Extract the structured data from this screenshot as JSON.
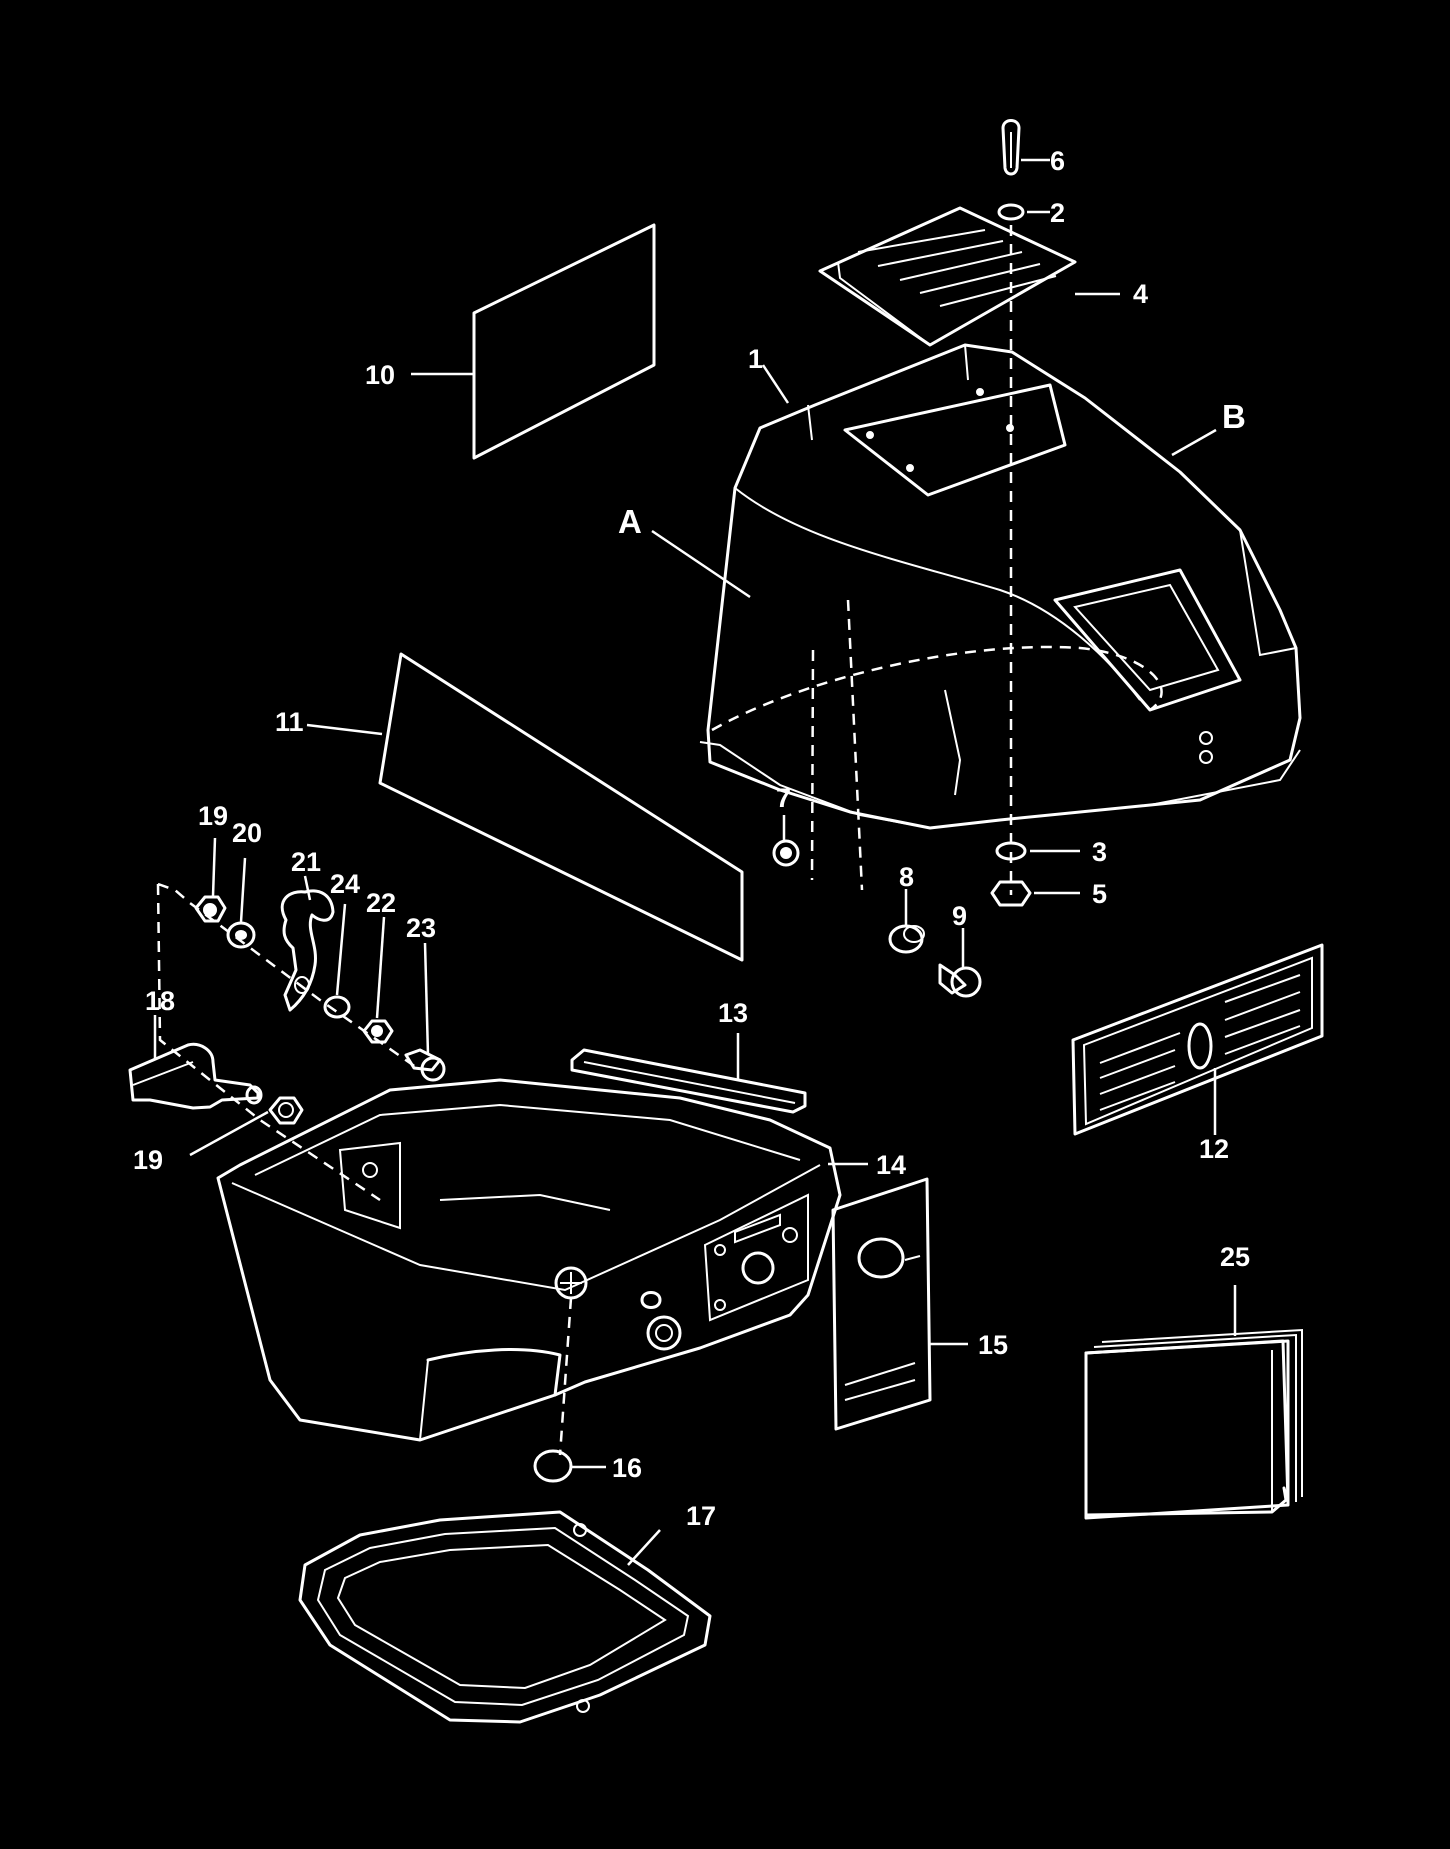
{
  "diagram": {
    "callouts": [
      "1",
      "2",
      "3",
      "4",
      "5",
      "6",
      "7",
      "8",
      "9",
      "10",
      "11",
      "12",
      "13",
      "14",
      "15",
      "16",
      "17",
      "18",
      "19",
      "19",
      "20",
      "21",
      "22",
      "23",
      "24",
      "25",
      "A",
      "B"
    ]
  }
}
